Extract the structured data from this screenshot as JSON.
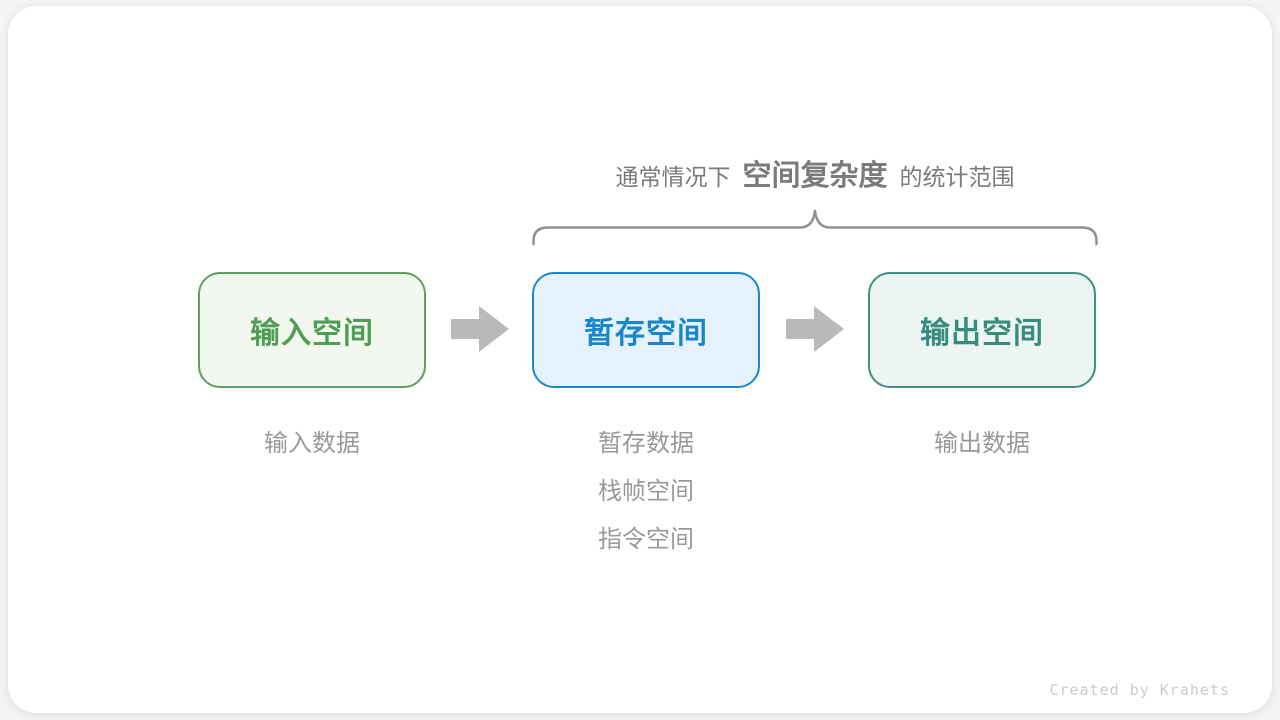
{
  "palette": {
    "page_background": "#f4f4f4",
    "card_background": "#ffffff",
    "annotation_text": "#7b7b7b",
    "brace": "#8f8f8f",
    "arrow": "#bababa",
    "notes_text": "#999999",
    "credit_text": "#cbcbcb"
  },
  "annotation": {
    "prefix": "通常情况下",
    "highlight": "空间复杂度",
    "suffix": "的统计范围"
  },
  "stages": [
    {
      "box_label": "输入空间",
      "border_color": "#5aa15c",
      "bg_color": "#f2f8ef",
      "text_color": "#4f9e54",
      "notes": [
        "输入数据"
      ]
    },
    {
      "box_label": "暂存空间",
      "border_color": "#1a87c8",
      "bg_color": "#e5f1fb",
      "text_color": "#1787cc",
      "notes": [
        "暂存数据",
        "栈帧空间",
        "指令空间"
      ]
    },
    {
      "box_label": "输出空间",
      "border_color": "#3c9184",
      "bg_color": "#ecf5f1",
      "text_color": "#368d7e",
      "notes": [
        "输出数据"
      ]
    }
  ],
  "footer": {
    "credit": "Created by Krahets"
  }
}
